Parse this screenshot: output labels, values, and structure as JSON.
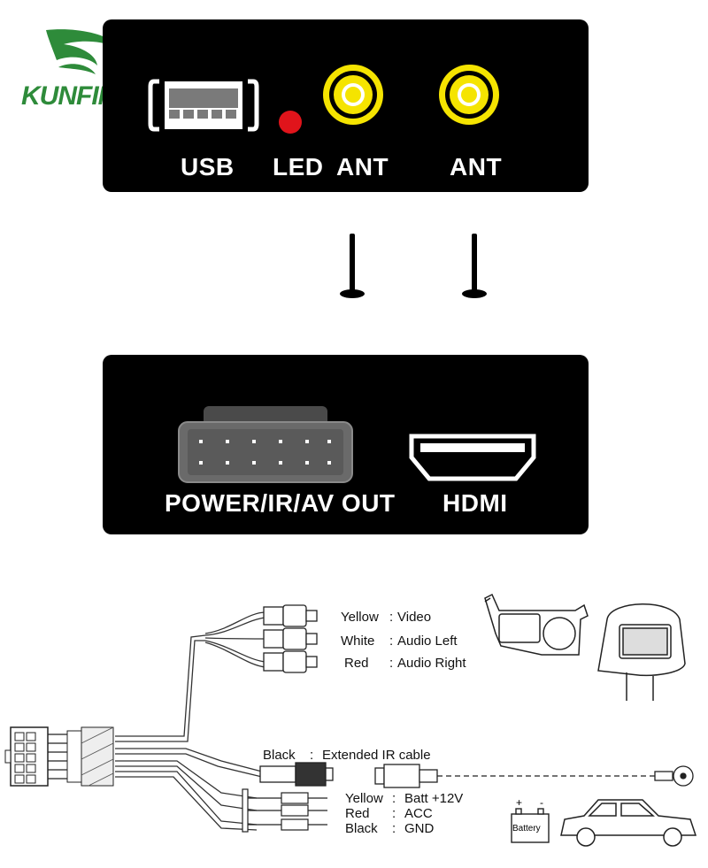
{
  "brand": {
    "name": "KUNFINE",
    "logo_color": "#2e8b3a",
    "logo_icon": "swoosh-logo-icon"
  },
  "top_panel": {
    "labels": {
      "usb": "USB",
      "led": "LED",
      "ant_left": "ANT",
      "ant_right": "ANT"
    },
    "led_color": "#e0141b",
    "jack_color": "#f5e400"
  },
  "bottom_panel": {
    "labels": {
      "power": "POWER/IR/AV OUT",
      "hdmi": "HDMI"
    }
  },
  "rca_connections": [
    {
      "color": "Yellow",
      "sep": ": ",
      "function": "Video"
    },
    {
      "color": "White",
      "sep": ": ",
      "function": "Audio Left"
    },
    {
      "color": "Red",
      "sep": ": ",
      "function": "Audio Right"
    }
  ],
  "ir_cable": {
    "color": "Black",
    "sep": ": ",
    "function": "Extended IR cable"
  },
  "power_wires": [
    {
      "color": "Yellow",
      "sep": ": ",
      "function": "Batt +12V"
    },
    {
      "color": "Red",
      "sep": ": ",
      "function": "ACC"
    },
    {
      "color": "Black",
      "sep": ": ",
      "function": "GND"
    }
  ],
  "battery": {
    "label": "Battery",
    "plus": "+",
    "minus": "-"
  }
}
